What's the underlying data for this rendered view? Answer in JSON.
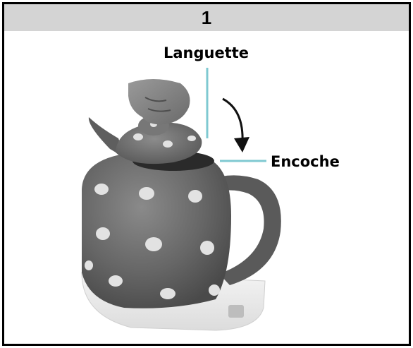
{
  "step": {
    "number": "1"
  },
  "labels": {
    "tab": "Languette",
    "notch": "Encoche"
  },
  "illustration": {
    "subject": "kettle-lid-insertion",
    "body_color": "#6f6f6f",
    "dot_color": "#e2e2e2",
    "pointer_line_color": "#7fc9d1",
    "arrow_color": "#111111"
  }
}
